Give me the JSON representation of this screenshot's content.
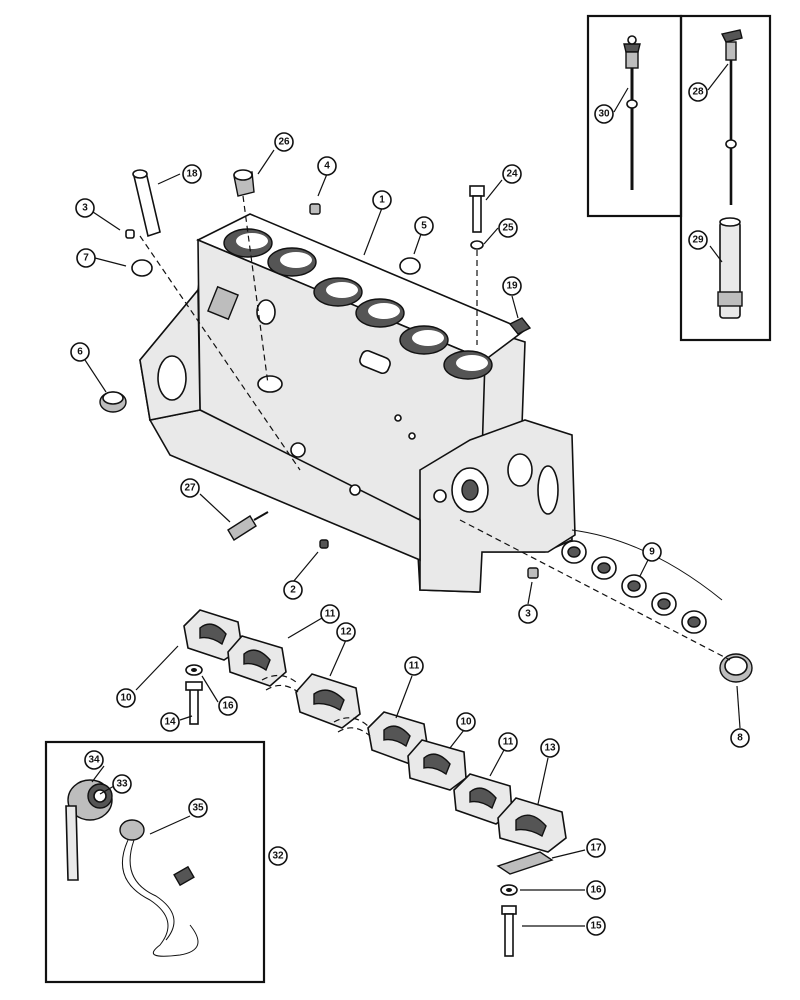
{
  "callouts": [
    {
      "id": "c1",
      "label": "1"
    },
    {
      "id": "c2",
      "label": "2"
    },
    {
      "id": "c3a",
      "label": "3"
    },
    {
      "id": "c3b",
      "label": "3"
    },
    {
      "id": "c4",
      "label": "4"
    },
    {
      "id": "c5",
      "label": "5"
    },
    {
      "id": "c6",
      "label": "6"
    },
    {
      "id": "c7",
      "label": "7"
    },
    {
      "id": "c8",
      "label": "8"
    },
    {
      "id": "c9",
      "label": "9"
    },
    {
      "id": "c10a",
      "label": "10"
    },
    {
      "id": "c10b",
      "label": "10"
    },
    {
      "id": "c11a",
      "label": "11"
    },
    {
      "id": "c11b",
      "label": "11"
    },
    {
      "id": "c11c",
      "label": "11"
    },
    {
      "id": "c12",
      "label": "12"
    },
    {
      "id": "c13",
      "label": "13"
    },
    {
      "id": "c14",
      "label": "14"
    },
    {
      "id": "c15",
      "label": "15"
    },
    {
      "id": "c16a",
      "label": "16"
    },
    {
      "id": "c16b",
      "label": "16"
    },
    {
      "id": "c17",
      "label": "17"
    },
    {
      "id": "c18",
      "label": "18"
    },
    {
      "id": "c19",
      "label": "19"
    },
    {
      "id": "c24",
      "label": "24"
    },
    {
      "id": "c25",
      "label": "25"
    },
    {
      "id": "c26",
      "label": "26"
    },
    {
      "id": "c27",
      "label": "27"
    },
    {
      "id": "c28",
      "label": "28"
    },
    {
      "id": "c29",
      "label": "29"
    },
    {
      "id": "c30",
      "label": "30"
    },
    {
      "id": "c32",
      "label": "32"
    },
    {
      "id": "c33",
      "label": "33"
    },
    {
      "id": "c34",
      "label": "34"
    },
    {
      "id": "c35",
      "label": "35"
    }
  ]
}
